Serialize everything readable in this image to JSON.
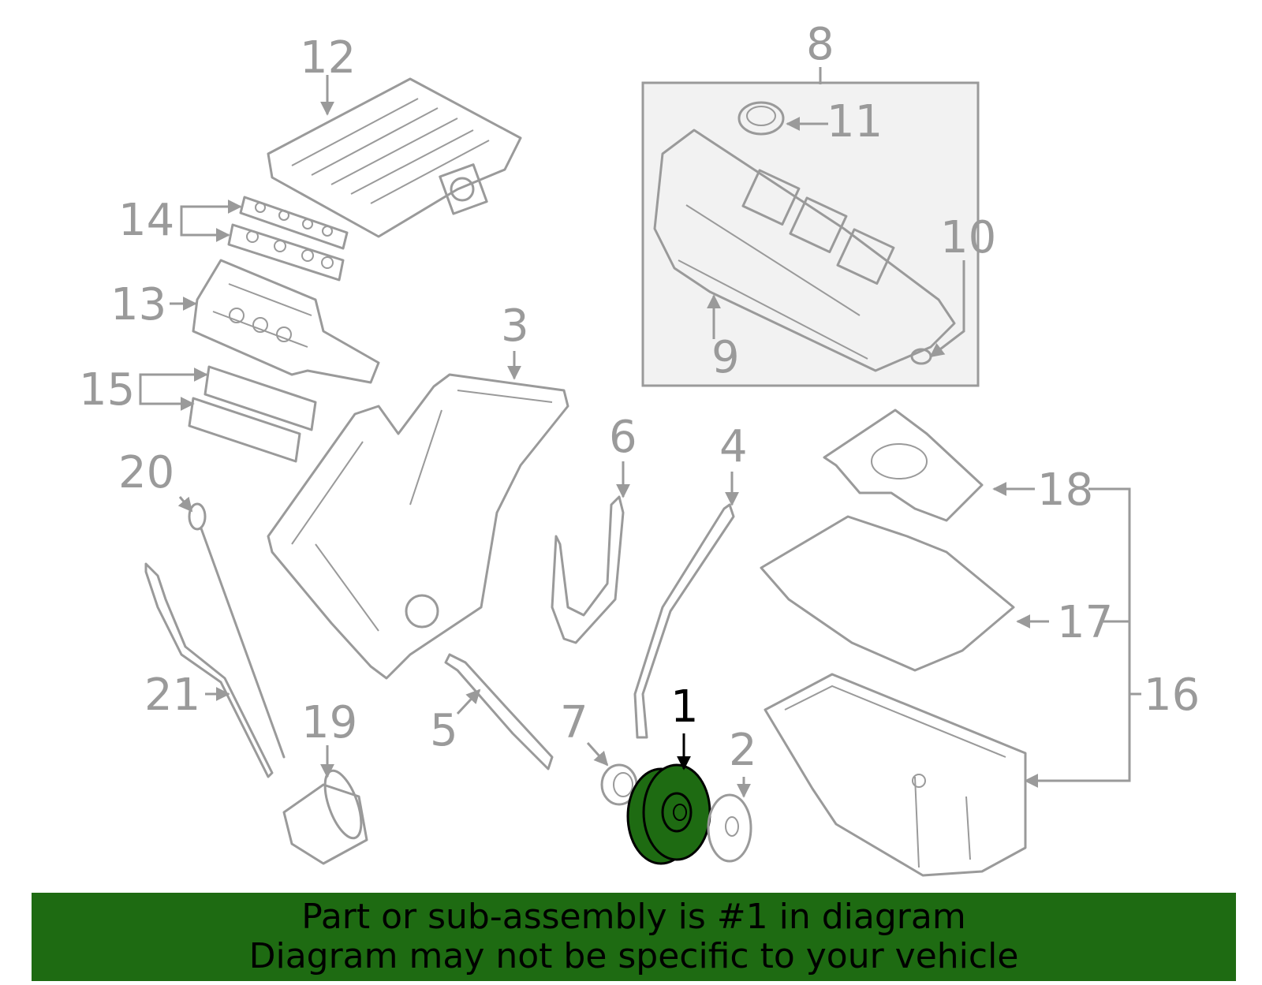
{
  "callouts": {
    "c1": "1",
    "c2": "2",
    "c3": "3",
    "c4": "4",
    "c5": "5",
    "c6": "6",
    "c7": "7",
    "c8": "8",
    "c9": "9",
    "c10": "10",
    "c11": "11",
    "c12": "12",
    "c13": "13",
    "c14": "14",
    "c15": "15",
    "c16": "16",
    "c17": "17",
    "c18": "18",
    "c19": "19",
    "c20": "20",
    "c21": "21"
  },
  "highlight_color": "#1e6b12",
  "line_color": "#9a9a9a",
  "banner": {
    "line1": "Part or sub-assembly is #1 in diagram",
    "line2": "Diagram may not be specific to your vehicle"
  }
}
